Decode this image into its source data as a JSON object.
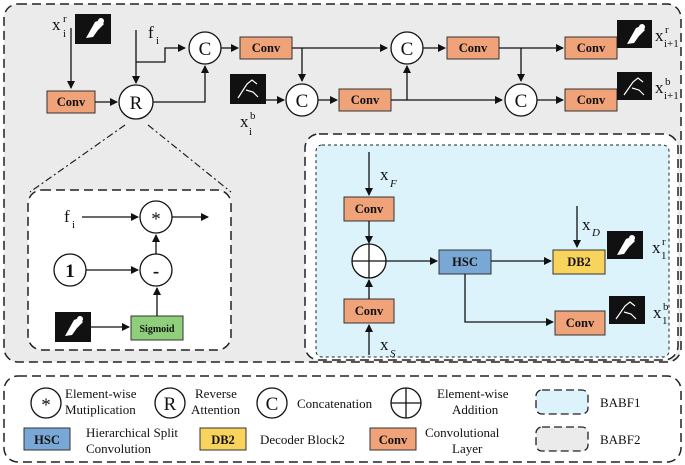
{
  "diagram": {
    "nodes": {
      "conv": "Conv",
      "hsc": "HSC",
      "db2": "DB2",
      "sigmoid": "Sigmoid",
      "one": "1",
      "reverse_op": "R",
      "concat_op": "C",
      "mult_op": "*",
      "minus_op": "-"
    },
    "labels": {
      "x_i_r": "x",
      "x_i_r_sup": "r",
      "x_i_r_sub": "i",
      "f_i": "f",
      "f_i_sub": "i",
      "x_i_b": "x",
      "x_i_b_sup": "b",
      "x_i_b_sub": "i",
      "x_out_r": "x",
      "x_out_r_sup": "r",
      "x_out_r_sub": "i+1",
      "x_out_b": "x",
      "x_out_b_sup": "b",
      "x_out_b_sub": "i+1",
      "x_F": "x",
      "x_F_sub": "F",
      "x_S": "x",
      "x_S_sub": "S",
      "x_D": "x",
      "x_D_sub": "D",
      "x_1_r": "x",
      "x_1_r_sup": "r",
      "x_1_r_sub": "1",
      "x_1_b": "x",
      "x_1_b_sup": "b",
      "x_1_b_sub": "1"
    },
    "colors": {
      "babf2_fill": "#ebebeb",
      "babf1_fill": "#ddf3fb",
      "conv_fill": "#f0a378",
      "hsc_fill": "#7aa8d6",
      "db2_fill": "#f9d45c",
      "sigmoid_fill": "#8fcf7b"
    }
  },
  "legend": {
    "elementwise_mult_symbol": "*",
    "elementwise_mult_line1": "Element-wise",
    "elementwise_mult_line2": "Mutiplication",
    "reverse_symbol": "R",
    "reverse_line1": "Reverse",
    "reverse_line2": "Attention",
    "concat_symbol": "C",
    "concat_label": "Concatenation",
    "add_line1": "Element-wise",
    "add_line2": "Addition",
    "babf1": "BABF1",
    "hsc_box": "HSC",
    "hsc_line1": "Hierarchical Split",
    "hsc_line2": "Convolution",
    "db2_box": "DB2",
    "db2_label": "Decoder Block2",
    "conv_box": "Conv",
    "conv_line1": "Convolutional",
    "conv_line2": "Layer",
    "babf2": "BABF2"
  }
}
